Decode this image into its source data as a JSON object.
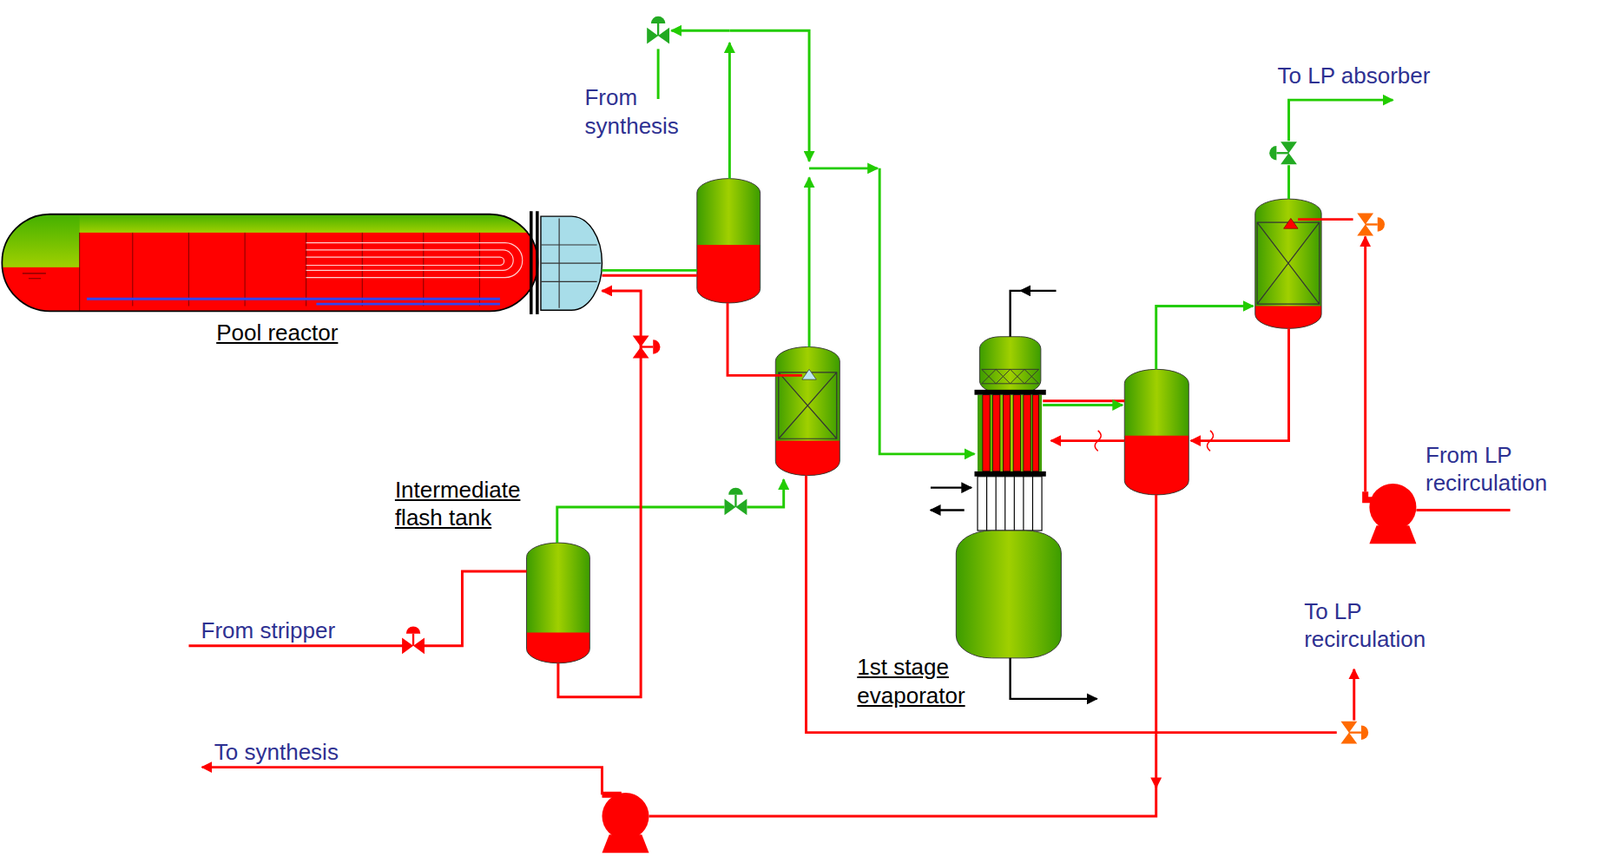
{
  "diagram": {
    "nodes": [
      {
        "text": [
          "Pool reactor"
        ]
      },
      {
        "text": [
          "Intermediate flash tank"
        ]
      },
      {
        "text": [
          "1st stage evaporator"
        ]
      }
    ],
    "edges": [
      {
        "from": 1,
        "to": 0,
        "arrow": "to"
      }
    ],
    "labels": [
      "From synthesis",
      "From stripper",
      "To synthesis",
      "To LP absorber",
      "From LP recirculation",
      "To LP recirculation"
    ]
  }
}
